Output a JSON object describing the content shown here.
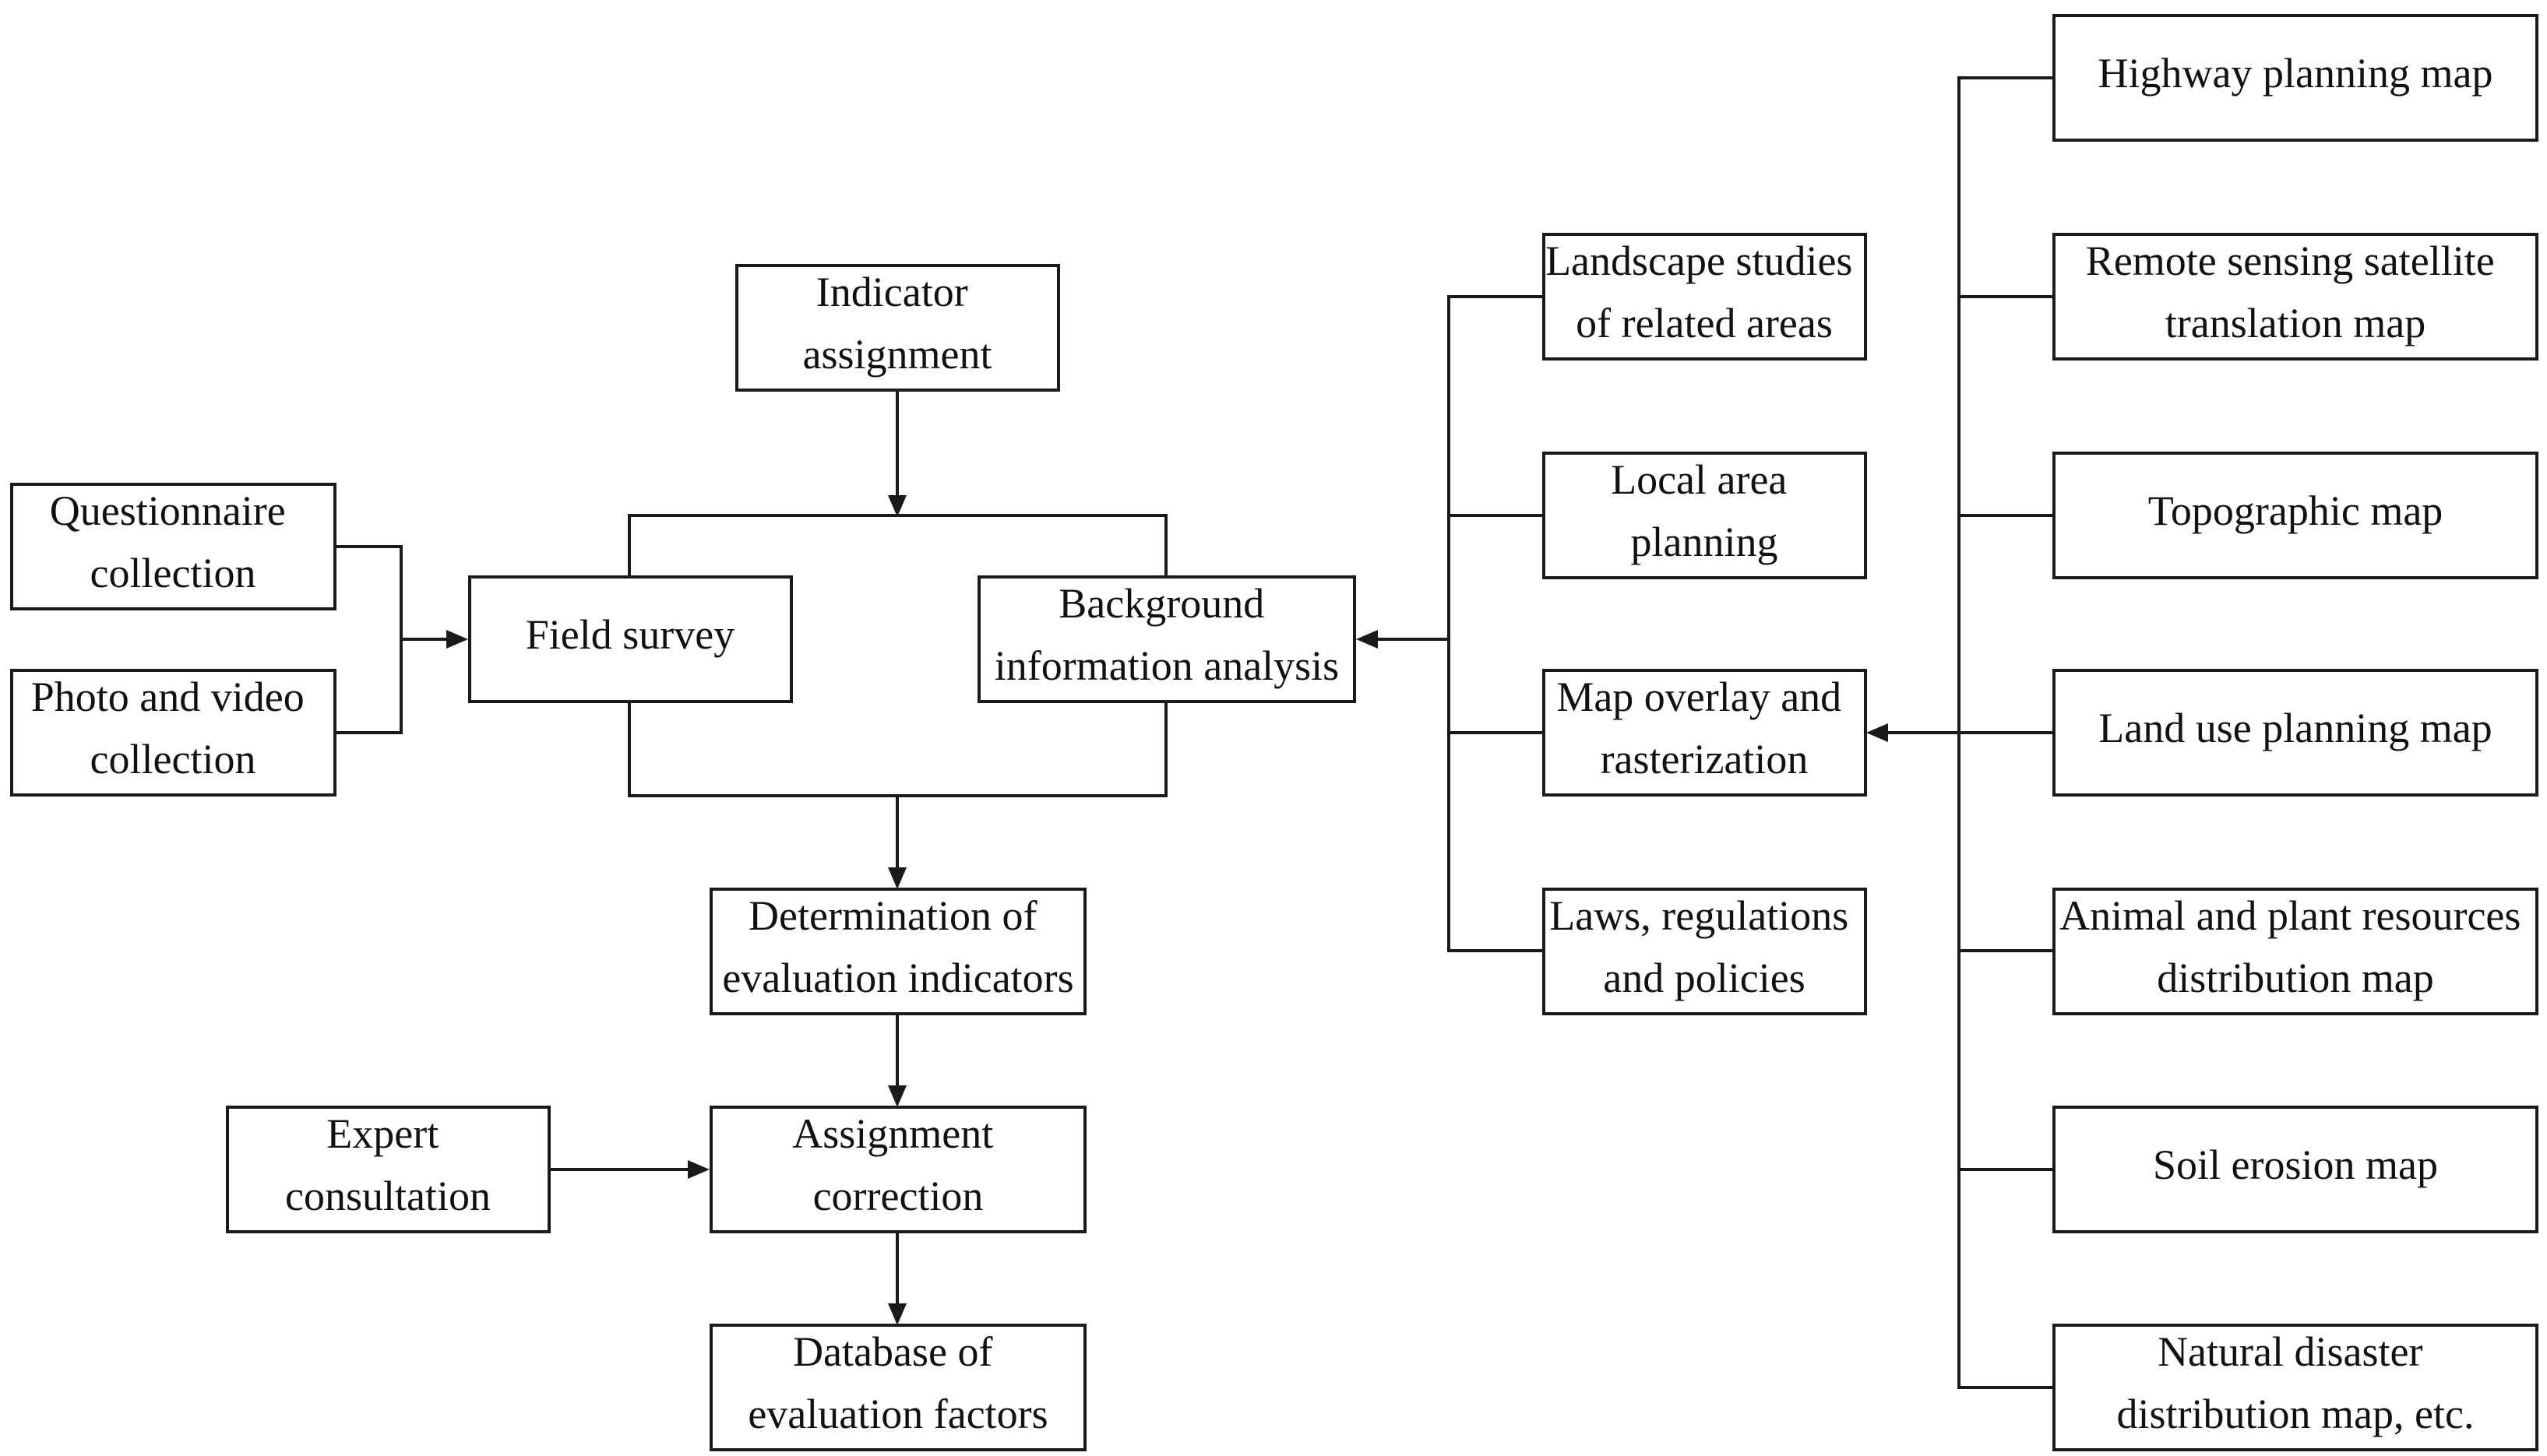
{
  "nodes": {
    "indicator": {
      "lines": [
        "Indicator",
        "assignment"
      ]
    },
    "questionnaire": {
      "lines": [
        "Questionnaire",
        "collection"
      ]
    },
    "photo": {
      "lines": [
        "Photo and video",
        "collection"
      ]
    },
    "field": {
      "lines": [
        "Field survey"
      ]
    },
    "background": {
      "lines": [
        "Background",
        "information analysis"
      ]
    },
    "determination": {
      "lines": [
        "Determination of",
        "evaluation indicators"
      ]
    },
    "expert": {
      "lines": [
        "Expert",
        "consultation"
      ]
    },
    "assignment_correction": {
      "lines": [
        "Assignment",
        "correction"
      ]
    },
    "database": {
      "lines": [
        "Database of",
        "evaluation factors"
      ]
    },
    "landscape": {
      "lines": [
        "Landscape studies",
        "of related areas"
      ]
    },
    "local": {
      "lines": [
        "Local area",
        "planning"
      ]
    },
    "overlay": {
      "lines": [
        "Map overlay and",
        "rasterization"
      ]
    },
    "laws": {
      "lines": [
        "Laws, regulations",
        "and policies"
      ]
    },
    "highway": {
      "lines": [
        "Highway planning map"
      ]
    },
    "remote": {
      "lines": [
        "Remote sensing satellite",
        "translation map"
      ]
    },
    "topographic": {
      "lines": [
        "Topographic map"
      ]
    },
    "landuse": {
      "lines": [
        "Land use planning map"
      ]
    },
    "animal": {
      "lines": [
        "Animal and plant resources",
        "distribution map"
      ]
    },
    "soil": {
      "lines": [
        "Soil erosion map"
      ]
    },
    "disaster": {
      "lines": [
        "Natural disaster",
        "distribution map, etc."
      ]
    }
  }
}
